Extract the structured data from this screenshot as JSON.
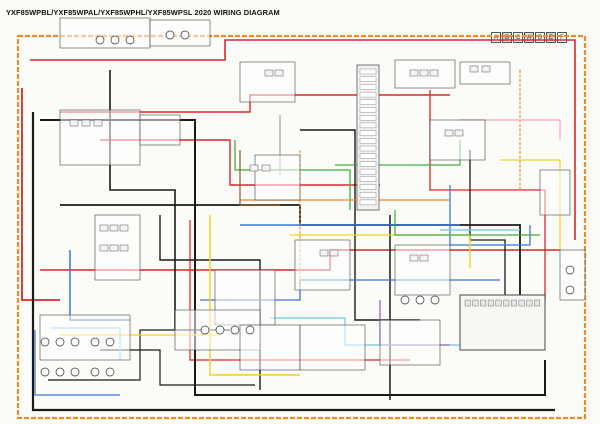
{
  "title": "YXF85WPBL/YXF85WPAL/YXF85WPHL/YXF85WPSL 2020 WIRING DIAGRAM",
  "legend": {
    "cells": [
      "A",
      "B",
      "C",
      "A",
      "D",
      "E",
      "F"
    ]
  },
  "colors": {
    "black": "#1a1a1a",
    "red": "#d8282a",
    "orange": "#f08a2a",
    "yellow": "#f2d21a",
    "green": "#3fae3f",
    "blue": "#3a78d0",
    "light_blue": "#6ec6e8",
    "brown": "#8a5a2b",
    "pink": "#f2a0c8",
    "gray": "#8e8e8e",
    "purple": "#8a4ab8",
    "white": "#ffffff"
  }
}
